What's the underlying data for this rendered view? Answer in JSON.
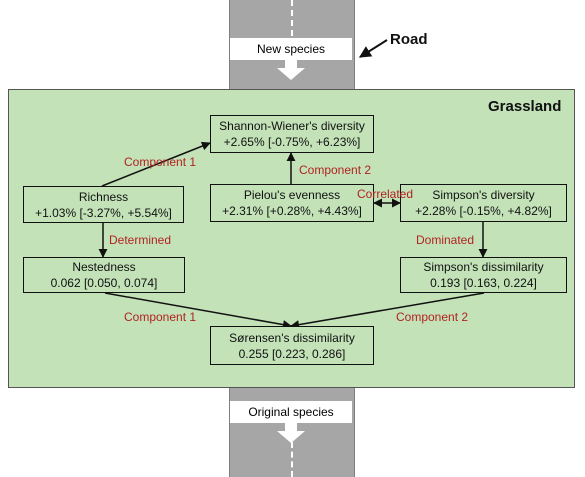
{
  "road": {
    "top_label": "New species",
    "bottom_label": "Original species",
    "title": "Road"
  },
  "region": {
    "title": "Grassland"
  },
  "nodes": {
    "shannon": {
      "name": "Shannon-Wiener's diversity",
      "value": "+2.65% [-0.75%, +6.23%]"
    },
    "richness": {
      "name": "Richness",
      "value": "+1.03% [-3.27%, +5.54%]"
    },
    "pielou": {
      "name": "Pielou's evenness",
      "value": "+2.31% [+0.28%, +4.43%]"
    },
    "simpson": {
      "name": "Simpson's diversity",
      "value": "+2.28% [-0.15%, +4.82%]"
    },
    "nestedness": {
      "name": "Nestedness",
      "value": "0.062 [0.050, 0.074]"
    },
    "simpson_dis": {
      "name": "Simpson's dissimilarity",
      "value": "0.193 [0.163, 0.224]"
    },
    "sorensen": {
      "name": "Sørensen's dissimilarity",
      "value": "0.255 [0.223, 0.286]"
    }
  },
  "edges": {
    "component1_top": "Component 1",
    "component2_top": "Component 2",
    "correlated": "Correlated",
    "determined": "Determined",
    "dominated": "Dominated",
    "component1_bottom": "Component 1",
    "component2_bottom": "Component 2"
  },
  "colors": {
    "grassland_fill": "#c3e2b8",
    "road_gray": "#a6a6a6",
    "edge_label": "#b22222"
  }
}
